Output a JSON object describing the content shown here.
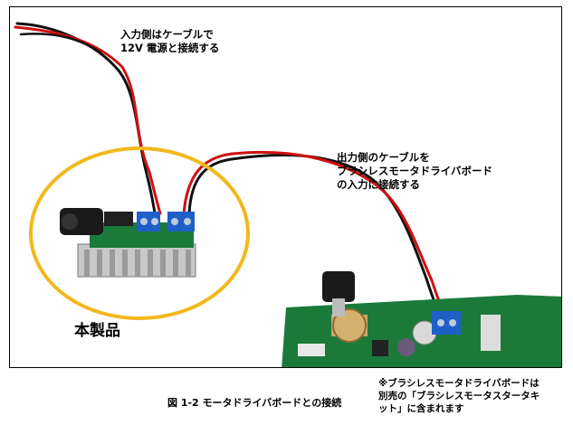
{
  "figure": {
    "annotation_input": [
      "入力側はケーブルで",
      "12V 電源と接続する"
    ],
    "annotation_output": [
      "出力側のケーブルを",
      "ブラシレスモータドライバボード",
      "の入力に接続する"
    ],
    "product_label": "本製品",
    "caption": "図 1-2  モータドライバボードとの接続",
    "note": [
      "※ブラシレスモータドライバボードは",
      "別売の「ブラシレスモータスタータキ",
      "ット」に含まれます"
    ]
  },
  "colors": {
    "highlight_ellipse": "#f2b81c",
    "wire_red": "#d01010",
    "wire_black": "#111111",
    "pcb_green": "#1b7a3a",
    "terminal_blue": "#1f5fc8",
    "heatsink_grey": "#c8c8c8"
  }
}
